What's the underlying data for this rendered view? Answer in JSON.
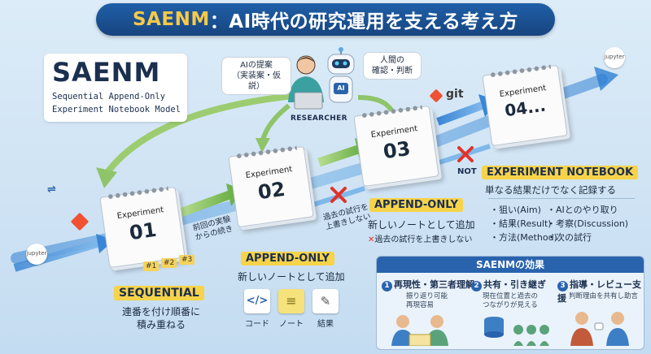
{
  "title": {
    "main": "：AI時代の研究運用を支える考え方",
    "accent": "SAENM"
  },
  "logo": {
    "title": "SAENM",
    "subtitle_line1": "Sequential Append-Only",
    "subtitle_line2": "Experiment Notebook Model"
  },
  "researcher": {
    "label": "RESEARCHER",
    "ai_bubble_line1": "AIの提案",
    "ai_bubble_line2": "（実装案・仮説）",
    "human_bubble_line1": "人間の",
    "human_bubble_line2": "確認・判断",
    "robot_chest": "AI"
  },
  "notebooks": [
    {
      "label": "Experiment",
      "number": "01"
    },
    {
      "label": "Experiment",
      "number": "02"
    },
    {
      "label": "Experiment",
      "number": "03"
    },
    {
      "label": "Experiment",
      "number": "04..."
    }
  ],
  "tabs": [
    "#1",
    "#2",
    "#3"
  ],
  "annotations": {
    "continuation_line1": "前回の実験",
    "continuation_line2": "からの続き",
    "no_overwrite_line1": "過去の試行を",
    "no_overwrite_line2": "上書きしない",
    "not_label": "NOT"
  },
  "sequential": {
    "header": "SEQUENTIAL",
    "desc_line1": "連番を付け順番に",
    "desc_line2": "積み重ねる"
  },
  "append_only_bottom": {
    "header": "APPEND-ONLY",
    "desc": "新しいノートとして追加"
  },
  "append_only_mid": {
    "header": "APPEND-ONLY",
    "desc1": "新しいノートとして追加",
    "desc2": "過去の試行を上書きしない",
    "cross": "✕"
  },
  "file_icons": [
    {
      "icon": "code-icon",
      "glyph": "</>",
      "label": "コード"
    },
    {
      "icon": "notebook-icon",
      "glyph": "≡",
      "label": "ノート"
    },
    {
      "icon": "result-icon",
      "glyph": "✎",
      "label": "結果"
    }
  ],
  "experiment_notebook": {
    "header": "EXPERIMENT NOTEBOOK",
    "subtitle": "単なる結果だけでなく記録する",
    "items_left": [
      "・狙い(Aim)",
      "・結果(Result)",
      "・方法(Method)"
    ],
    "items_right": [
      "・AIとのやり取り",
      "・考察(Discussion)",
      "・次の試行"
    ]
  },
  "git_label": "git",
  "jupyter_label": "jupyter",
  "effects": {
    "header": "SAENMの効果",
    "items": [
      {
        "num": "1",
        "title": "再現性・第三者理解",
        "desc_line1": "振り返り可能",
        "desc_line2": "再現容易"
      },
      {
        "num": "2",
        "title": "共有・引き継ぎ",
        "desc_line1": "現在位置と過去の",
        "desc_line2": "つながりが見える"
      },
      {
        "num": "3",
        "title": "指導・レビュー支援",
        "desc_line1": "判断理由を共有し助言",
        "desc_line2": ""
      }
    ]
  },
  "colors": {
    "banner": "#1f5fa8",
    "accent_yellow": "#f7c948",
    "header_yellow": "#f7d34a",
    "arrow_blue": "#2f7fd3",
    "arrow_green": "#8fc46a",
    "cross_red": "#e0322b",
    "git_orange": "#f05133"
  }
}
